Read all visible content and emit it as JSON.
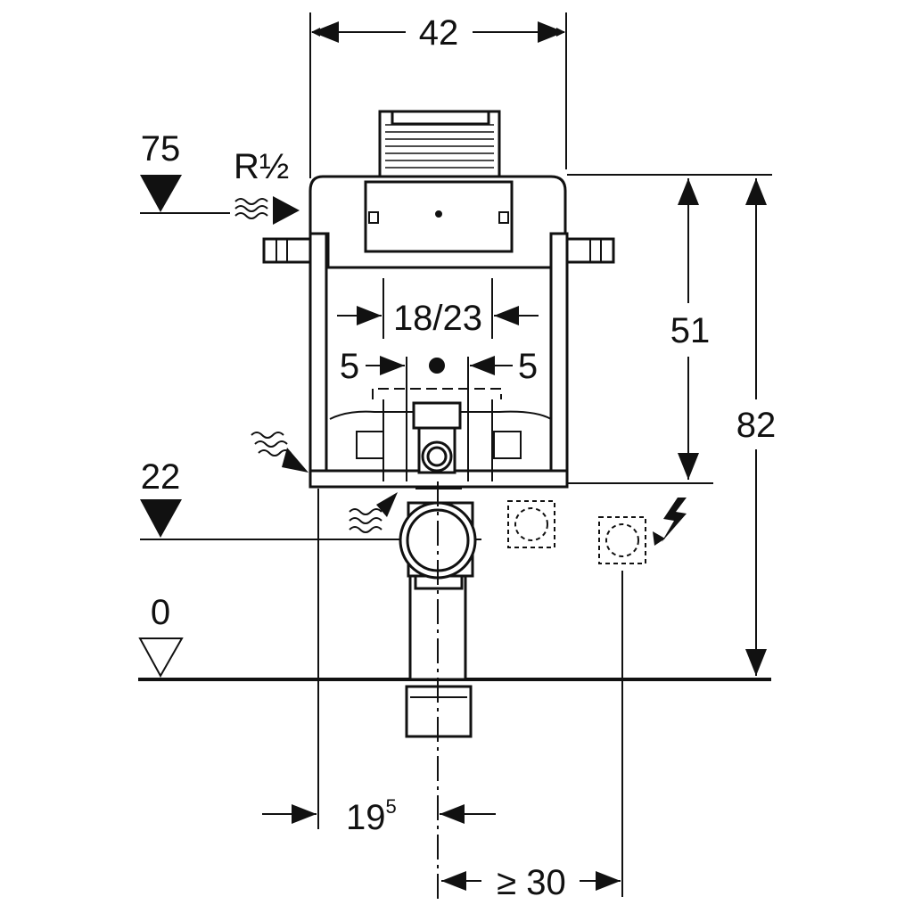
{
  "drawing": {
    "dimensions": {
      "width_top": "42",
      "height_frame": "51",
      "height_total": "82",
      "spacing_centre": "18/23",
      "offset_left": "5",
      "offset_right": "5",
      "offset_bottom_left_base": "19",
      "offset_bottom_left_sup": "5",
      "offset_bottom_right": "≥ 30"
    },
    "levels": {
      "upper": "75",
      "middle": "22",
      "floor": "0"
    },
    "inlet_label_base": "R",
    "inlet_label_frac": "½"
  }
}
